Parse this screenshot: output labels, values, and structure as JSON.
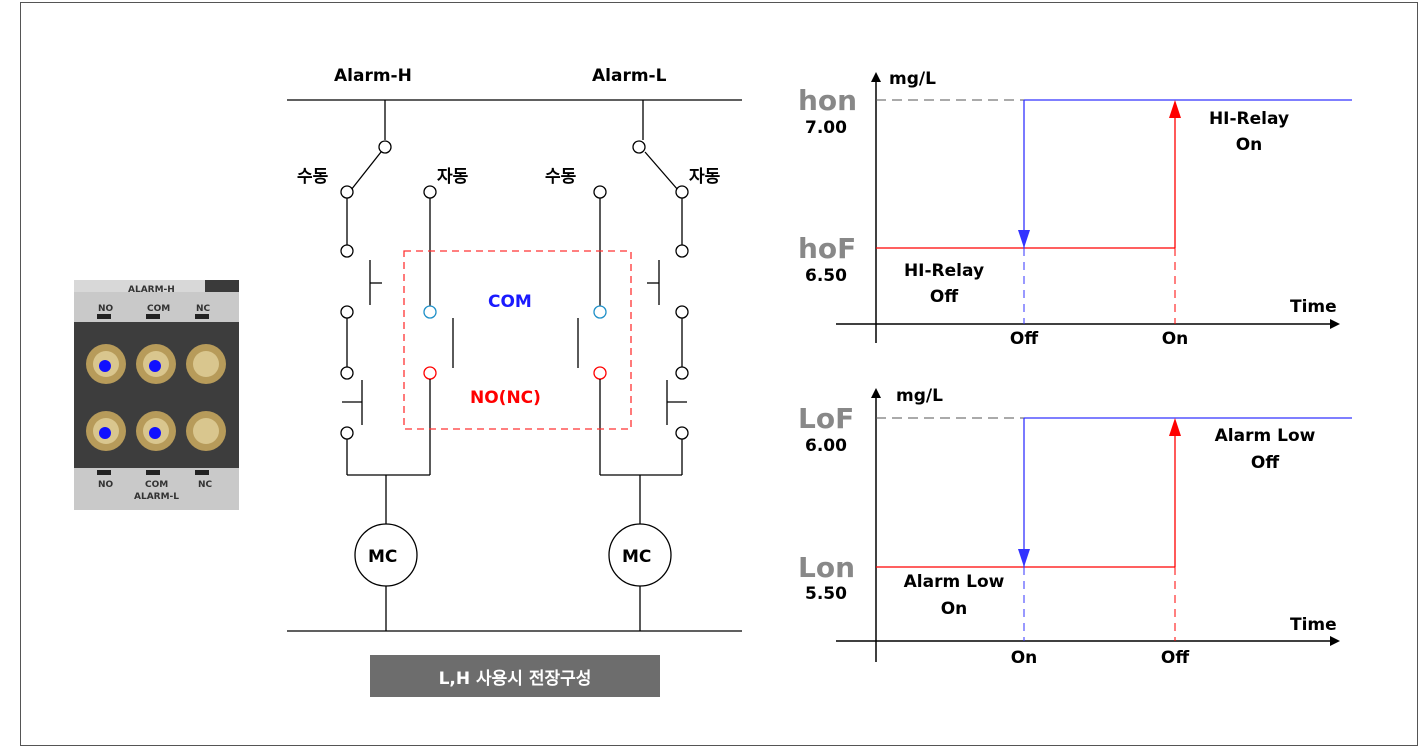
{
  "photo": {
    "top_label": "ALARM-H",
    "top_terminals": [
      "NO",
      "COM",
      "NC"
    ],
    "bottom_terminals": [
      "NO",
      "COM",
      "NC"
    ],
    "bottom_label": "ALARM-L"
  },
  "circuit": {
    "alarm_h": "Alarm-H",
    "alarm_l": "Alarm-L",
    "manual": "수동",
    "auto": "자동",
    "com": "COM",
    "no_nc": "NO(NC)",
    "mc": "MC",
    "caption": "L,H 사용시 전장구성"
  },
  "colors": {
    "com": "#1a1aff",
    "no_nc": "#ff0000",
    "relay_on": "#ff0000",
    "relay_off": "#3333ff",
    "frame": "#555555",
    "caption_bg": "#6d6d6d"
  },
  "chart_hi": {
    "ylabel": "mg/L",
    "xlabel": "Time",
    "upper_code": "hon",
    "upper_value": "7.00",
    "lower_code": "hoF",
    "lower_value": "6.50",
    "upper_text_1": "HI-Relay",
    "upper_text_2": "On",
    "lower_text_1": "HI-Relay",
    "lower_text_2": "Off",
    "tick_left": "Off",
    "tick_right": "On"
  },
  "chart_lo": {
    "ylabel": "mg/L",
    "xlabel": "Time",
    "upper_code": "LoF",
    "upper_value": "6.00",
    "lower_code": "Lon",
    "lower_value": "5.50",
    "upper_text_1": "Alarm Low",
    "upper_text_2": "Off",
    "lower_text_1": "Alarm Low",
    "lower_text_2": "On",
    "tick_left": "On",
    "tick_right": "Off"
  }
}
